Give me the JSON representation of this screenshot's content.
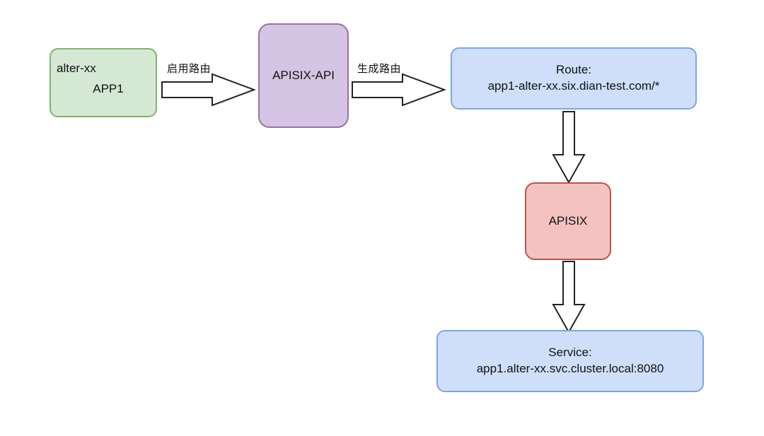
{
  "diagram": {
    "title": "APISIX route provisioning flow",
    "background": "#ffffff",
    "nodes": {
      "app": {
        "name": "app-node",
        "line_1": "alter-xx",
        "line_2": "APP1",
        "fill": "#d5e8d4",
        "stroke": "#82b366"
      },
      "apisix_api": {
        "name": "apisix-api-node",
        "label": "APISIX-API",
        "fill": "#d5c4e3",
        "stroke": "#9673a6"
      },
      "route": {
        "name": "route-node",
        "line_1": "Route:",
        "line_2": "app1-alter-xx.six.dian-test.com/*",
        "fill": "#cfdffa",
        "stroke": "#7ea6e0"
      },
      "apisix": {
        "name": "apisix-node",
        "label": "APISIX",
        "fill": "#f5c2c2",
        "stroke": "#b85450"
      },
      "service": {
        "name": "service-node",
        "line_1": "Service:",
        "line_2": "app1.alter-xx.svc.cluster.local:8080",
        "fill": "#cfdffa",
        "stroke": "#7ea6e0"
      }
    },
    "edges": [
      {
        "id": "app-to-apisix-api",
        "from": "app",
        "to": "apisix_api",
        "label": "启用路由",
        "direction": "right",
        "style": "block-arrow"
      },
      {
        "id": "apisix-api-to-route",
        "from": "apisix_api",
        "to": "route",
        "label": "生成路由",
        "direction": "right",
        "style": "block-arrow"
      },
      {
        "id": "route-to-apisix",
        "from": "route",
        "to": "apisix",
        "label": "",
        "direction": "down",
        "style": "block-arrow"
      },
      {
        "id": "apisix-to-service",
        "from": "apisix",
        "to": "service",
        "label": "",
        "direction": "down",
        "style": "block-arrow"
      }
    ],
    "arrow_colors": {
      "fill": "#ffffff",
      "stroke": "#232323"
    }
  }
}
